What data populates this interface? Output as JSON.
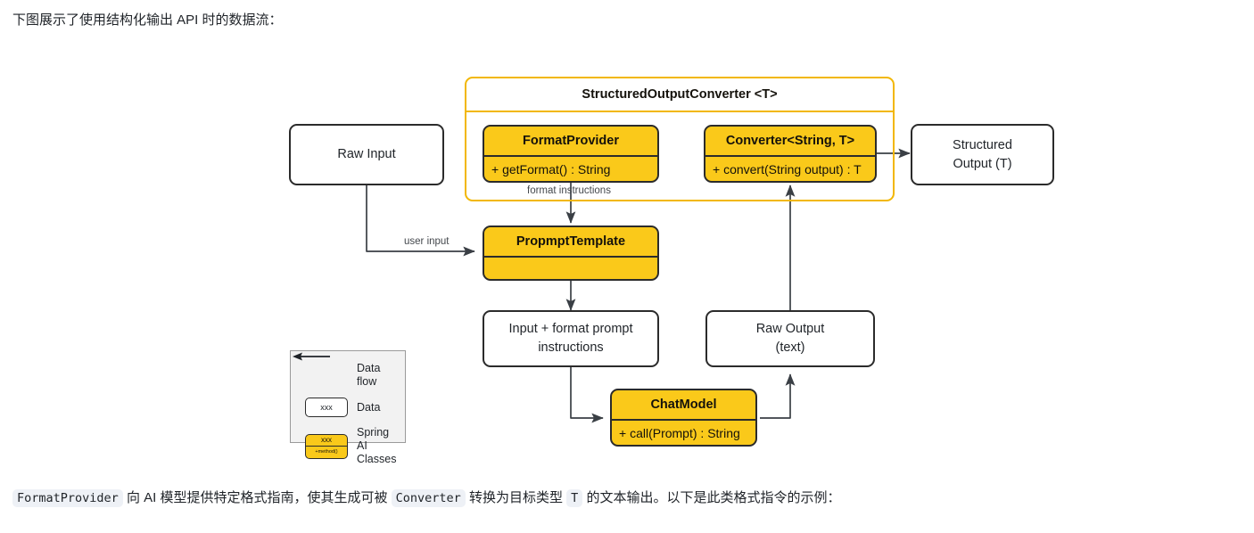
{
  "intro_paragraph": "下图展示了使用结构化输出 API 时的数据流：",
  "outro_paragraph": {
    "code_1": "FormatProvider",
    "text_1": " 向 AI 模型提供特定格式指南，使其生成可被 ",
    "code_2": "Converter",
    "text_2": " 转换为目标类型 ",
    "code_3": "T",
    "text_3": " 的文本输出。以下是此类格式指令的示例："
  },
  "diagram": {
    "package": {
      "title": "StructuredOutputConverter <T>",
      "border_color": "#F2B705"
    },
    "class_fill_color": "#FAC91A",
    "nodes": {
      "raw_input": {
        "label": "Raw Input"
      },
      "format_provider": {
        "title": "FormatProvider",
        "member": "+ getFormat() : String"
      },
      "converter": {
        "title": "Converter<String, T>",
        "member": "+ convert(String output) : T"
      },
      "structured_output": {
        "line_1": "Structured",
        "line_2": "Output (T)"
      },
      "prompt_template": {
        "title": "PropmptTemplate",
        "member": ""
      },
      "input_format_prompt": {
        "line_1": "Input + format prompt",
        "line_2": "instructions"
      },
      "raw_output": {
        "line_1": "Raw Output",
        "line_2": "(text)"
      },
      "chat_model": {
        "title": "ChatModel",
        "member": "+ call(Prompt) : String"
      }
    },
    "edge_labels": {
      "format_instructions": "format instructions",
      "user_input": "user input"
    },
    "legend": {
      "rows": [
        {
          "key": "arrow",
          "label": "Data flow"
        },
        {
          "key": "data-box",
          "label": "Data",
          "swatch_text": "xxx"
        },
        {
          "key": "class-box",
          "label": "Spring AI\nClasses",
          "swatch_title": "xxx",
          "swatch_member": "+method()"
        }
      ],
      "row_1_label": "Data flow",
      "row_2_label": "Data",
      "row_2_swatch": "xxx",
      "row_3_label_line1": "Spring AI",
      "row_3_label_line2": "Classes",
      "row_3_swatch_title": "xxx",
      "row_3_swatch_member": "+method()"
    }
  }
}
